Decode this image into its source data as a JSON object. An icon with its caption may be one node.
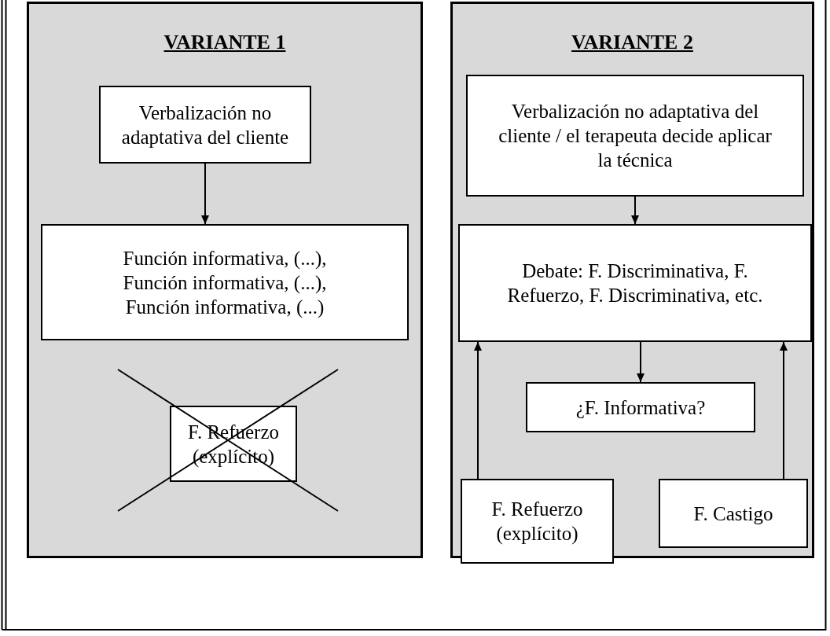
{
  "diagram": {
    "nodes": [
      {
        "text": [
          "VARIANTE 1"
        ]
      },
      {
        "text": [
          "Verbalización no adaptativa del cliente"
        ],
        "in": 0
      },
      {
        "text": [
          "Función informativa, (...), Función informativa, (...), Función informativa, (...)"
        ],
        "in": 0
      },
      {
        "text": [
          "F. Refuerzo (explícito)"
        ],
        "in": 0
      },
      {
        "text": [
          "VARIANTE 2"
        ]
      },
      {
        "text": [
          "Verbalización no adaptativa del cliente / el terapeuta decide aplicar la técnica"
        ],
        "in": 4
      },
      {
        "text": [
          "Debate: F. Discriminativa, F. Refuerzo, F. Discriminativa, etc."
        ],
        "in": 4
      },
      {
        "text": [
          "¿F. Informativa?"
        ],
        "in": 4
      },
      {
        "text": [
          "F. Refuerzo (explícito)"
        ],
        "in": 4
      },
      {
        "text": [
          "F. Castigo"
        ],
        "in": 4
      }
    ],
    "edges": [
      {
        "from": 1,
        "to": 2,
        "arrow": "to"
      },
      {
        "from": 5,
        "to": 6,
        "arrow": "to"
      },
      {
        "from": 6,
        "to": 7,
        "arrow": "to"
      },
      {
        "from": 8,
        "to": 6,
        "arrow": "to"
      },
      {
        "from": 9,
        "to": 6,
        "arrow": "to"
      }
    ]
  }
}
